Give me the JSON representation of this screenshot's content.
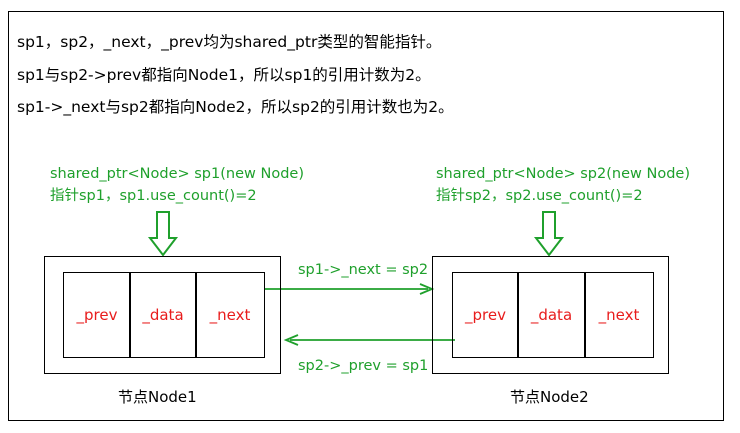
{
  "text_lines": [
    "sp1，sp2，_next，_prev均为shared_ptr类型的智能指针。",
    "sp1与sp2->prev都指向Node1，所以sp1的引用计数为2。",
    "sp1->_next与sp2都指向Node2，所以sp2的引用计数也为2。"
  ],
  "node1": {
    "decl": "shared_ptr<Node> sp1(new Node)",
    "pointer": "指针sp1，sp1.use_count()=2",
    "label": "节点Node1",
    "fields": [
      "_prev",
      "_data",
      "_next"
    ]
  },
  "node2": {
    "decl": "shared_ptr<Node> sp2(new Node)",
    "pointer": "指针sp2，sp2.use_count()=2",
    "label": "节点Node2",
    "fields": [
      "_prev",
      "_data",
      "_next"
    ]
  },
  "arrows": {
    "next_label": "sp1->_next = sp2",
    "prev_label": "sp2->_prev = sp1"
  },
  "colors": {
    "green": "#1fa02c",
    "red": "#e81c1c",
    "border": "#000000"
  }
}
